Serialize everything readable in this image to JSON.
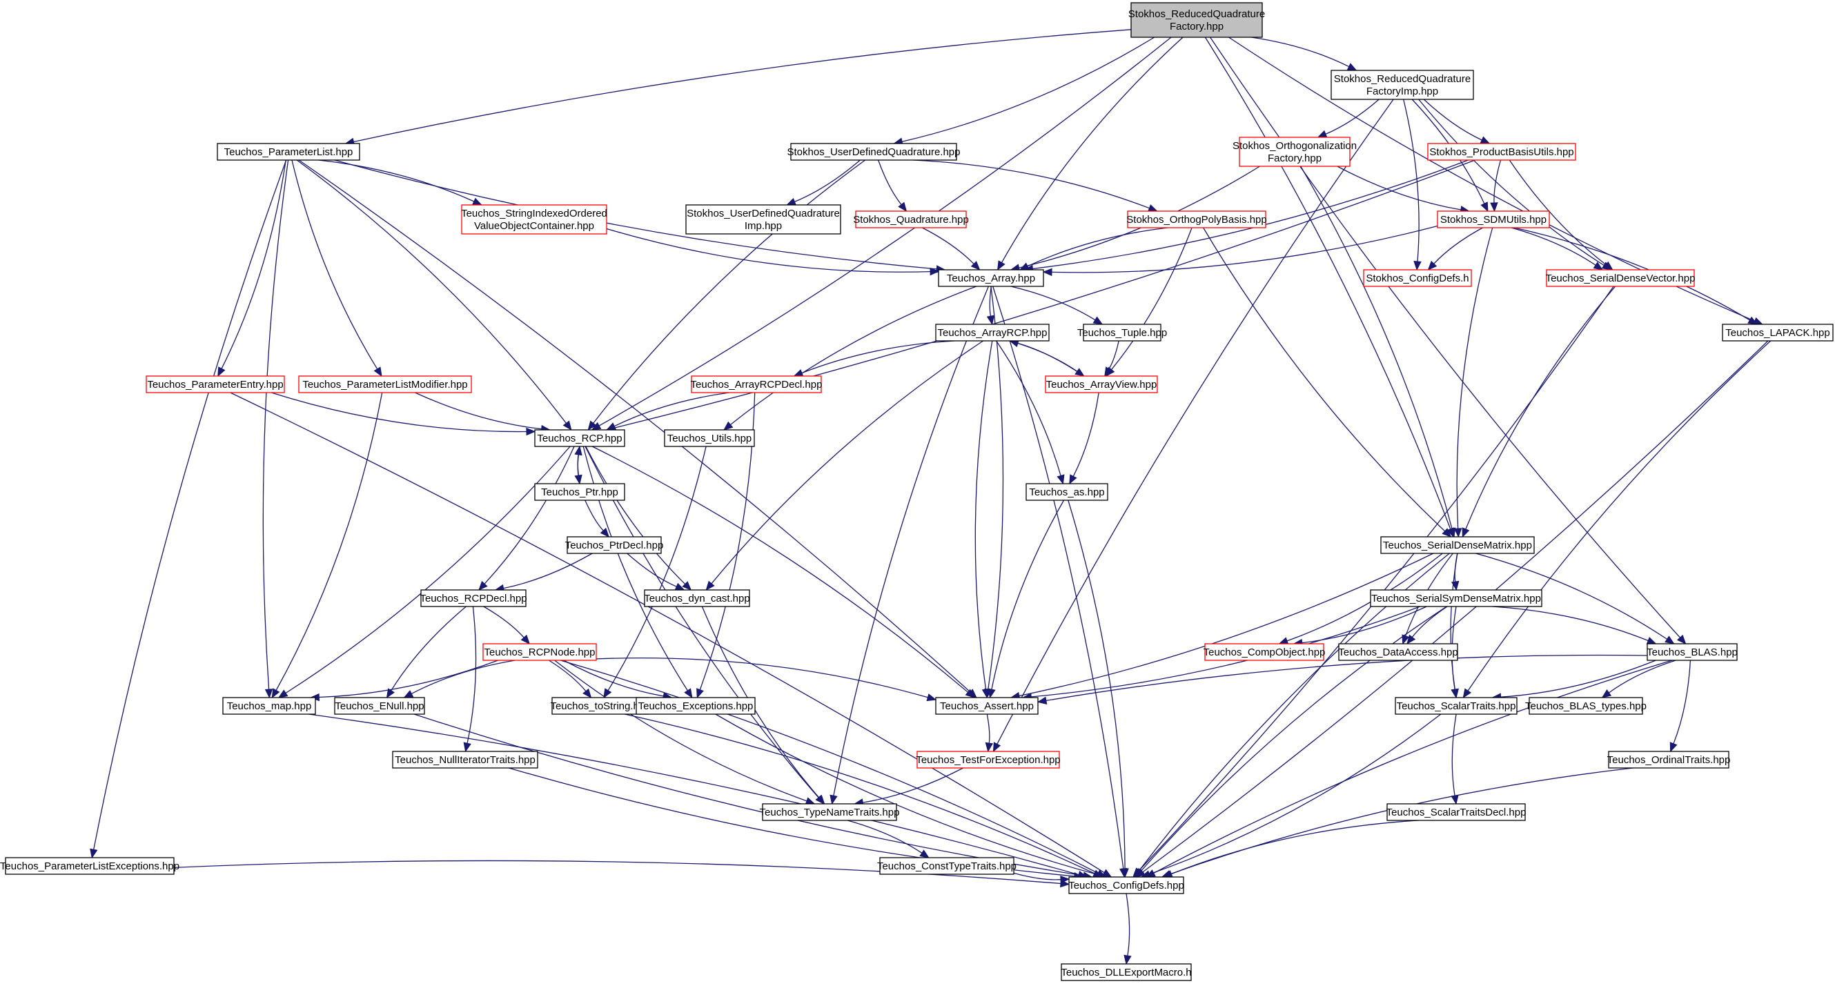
{
  "colors": {
    "edge": "#191970",
    "box_border_normal": "#000000",
    "box_border_truncated": "#ff0000",
    "root_fill": "#bfbfbf",
    "box_fill": "#ffffff"
  },
  "nodes": [
    {
      "id": "root",
      "lines": [
        "Stokhos_ReducedQuadrature",
        "Factory.hpp"
      ],
      "style": "root"
    },
    {
      "id": "rqfimp",
      "lines": [
        "Stokhos_ReducedQuadrature",
        "FactoryImp.hpp"
      ],
      "style": "normal"
    },
    {
      "id": "plist",
      "lines": [
        "Teuchos_ParameterList.hpp"
      ],
      "style": "normal"
    },
    {
      "id": "udq",
      "lines": [
        "Stokhos_UserDefinedQuadrature.hpp"
      ],
      "style": "normal"
    },
    {
      "id": "orthfac",
      "lines": [
        "Stokhos_Orthogonalization",
        "Factory.hpp"
      ],
      "style": "truncated"
    },
    {
      "id": "pbu",
      "lines": [
        "Stokhos_ProductBasisUtils.hpp"
      ],
      "style": "truncated"
    },
    {
      "id": "sioc",
      "lines": [
        "Teuchos_StringIndexedOrdered",
        "ValueObjectContainer.hpp"
      ],
      "style": "truncated"
    },
    {
      "id": "udqimp",
      "lines": [
        "Stokhos_UserDefinedQuadrature",
        "Imp.hpp"
      ],
      "style": "normal"
    },
    {
      "id": "quad",
      "lines": [
        "Stokhos_Quadrature.hpp"
      ],
      "style": "truncated"
    },
    {
      "id": "opb",
      "lines": [
        "Stokhos_OrthogPolyBasis.hpp"
      ],
      "style": "truncated"
    },
    {
      "id": "sdmu",
      "lines": [
        "Stokhos_SDMUtils.hpp"
      ],
      "style": "truncated"
    },
    {
      "id": "array",
      "lines": [
        "Teuchos_Array.hpp"
      ],
      "style": "normal"
    },
    {
      "id": "sconf",
      "lines": [
        "Stokhos_ConfigDefs.h"
      ],
      "style": "truncated"
    },
    {
      "id": "sdv",
      "lines": [
        "Teuchos_SerialDenseVector.hpp"
      ],
      "style": "truncated"
    },
    {
      "id": "arcp",
      "lines": [
        "Teuchos_ArrayRCP.hpp"
      ],
      "style": "normal"
    },
    {
      "id": "tuple",
      "lines": [
        "Teuchos_Tuple.hpp"
      ],
      "style": "normal"
    },
    {
      "id": "lapack",
      "lines": [
        "Teuchos_LAPACK.hpp"
      ],
      "style": "normal"
    },
    {
      "id": "pentry",
      "lines": [
        "Teuchos_ParameterEntry.hpp"
      ],
      "style": "truncated"
    },
    {
      "id": "plmod",
      "lines": [
        "Teuchos_ParameterListModifier.hpp"
      ],
      "style": "truncated"
    },
    {
      "id": "arcpdecl",
      "lines": [
        "Teuchos_ArrayRCPDecl.hpp"
      ],
      "style": "truncated"
    },
    {
      "id": "aview",
      "lines": [
        "Teuchos_ArrayView.hpp"
      ],
      "style": "truncated"
    },
    {
      "id": "rcp",
      "lines": [
        "Teuchos_RCP.hpp"
      ],
      "style": "normal"
    },
    {
      "id": "utils",
      "lines": [
        "Teuchos_Utils.hpp"
      ],
      "style": "normal"
    },
    {
      "id": "ptr",
      "lines": [
        "Teuchos_Ptr.hpp"
      ],
      "style": "normal"
    },
    {
      "id": "as",
      "lines": [
        "Teuchos_as.hpp"
      ],
      "style": "normal"
    },
    {
      "id": "sdm",
      "lines": [
        "Teuchos_SerialDenseMatrix.hpp"
      ],
      "style": "normal"
    },
    {
      "id": "ptrdecl",
      "lines": [
        "Teuchos_PtrDecl.hpp"
      ],
      "style": "normal"
    },
    {
      "id": "rcpdecl",
      "lines": [
        "Teuchos_RCPDecl.hpp"
      ],
      "style": "normal"
    },
    {
      "id": "dyncast",
      "lines": [
        "Teuchos_dyn_cast.hpp"
      ],
      "style": "normal"
    },
    {
      "id": "ssdm",
      "lines": [
        "Teuchos_SerialSymDenseMatrix.hpp"
      ],
      "style": "normal"
    },
    {
      "id": "rcpnode",
      "lines": [
        "Teuchos_RCPNode.hpp"
      ],
      "style": "truncated"
    },
    {
      "id": "compobj",
      "lines": [
        "Teuchos_CompObject.hpp"
      ],
      "style": "truncated"
    },
    {
      "id": "dacc",
      "lines": [
        "Teuchos_DataAccess.hpp"
      ],
      "style": "normal"
    },
    {
      "id": "blas",
      "lines": [
        "Teuchos_BLAS.hpp"
      ],
      "style": "normal"
    },
    {
      "id": "map",
      "lines": [
        "Teuchos_map.hpp"
      ],
      "style": "normal"
    },
    {
      "id": "enull",
      "lines": [
        "Teuchos_ENull.hpp"
      ],
      "style": "normal"
    },
    {
      "id": "tostr",
      "lines": [
        "Teuchos_toString.hpp"
      ],
      "style": "normal"
    },
    {
      "id": "exc",
      "lines": [
        "Teuchos_Exceptions.hpp"
      ],
      "style": "normal"
    },
    {
      "id": "assert",
      "lines": [
        "Teuchos_Assert.hpp"
      ],
      "style": "normal"
    },
    {
      "id": "st",
      "lines": [
        "Teuchos_ScalarTraits.hpp"
      ],
      "style": "normal"
    },
    {
      "id": "blastypes",
      "lines": [
        "Teuchos_BLAS_types.hpp"
      ],
      "style": "normal"
    },
    {
      "id": "nit",
      "lines": [
        "Teuchos_NullIteratorTraits.hpp"
      ],
      "style": "normal"
    },
    {
      "id": "tfe",
      "lines": [
        "Teuchos_TestForException.hpp"
      ],
      "style": "truncated"
    },
    {
      "id": "ordt",
      "lines": [
        "Teuchos_OrdinalTraits.hpp"
      ],
      "style": "normal"
    },
    {
      "id": "tnt",
      "lines": [
        "Teuchos_TypeNameTraits.hpp"
      ],
      "style": "normal"
    },
    {
      "id": "stdecl",
      "lines": [
        "Teuchos_ScalarTraitsDecl.hpp"
      ],
      "style": "normal"
    },
    {
      "id": "plexc",
      "lines": [
        "Teuchos_ParameterListExceptions.hpp"
      ],
      "style": "normal"
    },
    {
      "id": "ctt",
      "lines": [
        "Teuchos_ConstTypeTraits.hpp"
      ],
      "style": "normal"
    },
    {
      "id": "tconf",
      "lines": [
        "Teuchos_ConfigDefs.hpp"
      ],
      "style": "normal"
    },
    {
      "id": "dll",
      "lines": [
        "Teuchos_DLLExportMacro.h"
      ],
      "style": "normal"
    }
  ],
  "edges": [
    [
      "root",
      "rqfimp"
    ],
    [
      "root",
      "plist"
    ],
    [
      "root",
      "udq"
    ],
    [
      "root",
      "array"
    ],
    [
      "root",
      "rcp"
    ],
    [
      "root",
      "lapack"
    ],
    [
      "root",
      "sdm"
    ],
    [
      "root",
      "blas"
    ],
    [
      "rqfimp",
      "orthfac"
    ],
    [
      "rqfimp",
      "pbu"
    ],
    [
      "rqfimp",
      "sdmu"
    ],
    [
      "rqfimp",
      "sdv"
    ],
    [
      "rqfimp",
      "sconf"
    ],
    [
      "rqfimp",
      "tfe"
    ],
    [
      "plist",
      "sioc"
    ],
    [
      "plist",
      "array"
    ],
    [
      "plist",
      "pentry"
    ],
    [
      "plist",
      "plmod"
    ],
    [
      "plist",
      "rcp"
    ],
    [
      "plist",
      "map"
    ],
    [
      "plist",
      "assert"
    ],
    [
      "plist",
      "plexc"
    ],
    [
      "udq",
      "udqimp"
    ],
    [
      "udq",
      "quad"
    ],
    [
      "udq",
      "opb"
    ],
    [
      "udq",
      "rcp"
    ],
    [
      "orthfac",
      "array"
    ],
    [
      "orthfac",
      "sdmu"
    ],
    [
      "orthfac",
      "sdm"
    ],
    [
      "pbu",
      "sdmu"
    ],
    [
      "pbu",
      "array"
    ],
    [
      "pbu",
      "sdv"
    ],
    [
      "pbu",
      "rcp"
    ],
    [
      "sioc",
      "array"
    ],
    [
      "quad",
      "array"
    ],
    [
      "opb",
      "array"
    ],
    [
      "opb",
      "aview"
    ],
    [
      "opb",
      "sdm"
    ],
    [
      "sdmu",
      "array"
    ],
    [
      "sdmu",
      "sconf"
    ],
    [
      "sdmu",
      "sdv"
    ],
    [
      "sdmu",
      "sdm"
    ],
    [
      "sdmu",
      "lapack"
    ],
    [
      "array",
      "arcp"
    ],
    [
      "array",
      "tuple"
    ],
    [
      "array",
      "utils"
    ],
    [
      "array",
      "assert"
    ],
    [
      "array",
      "tnt"
    ],
    [
      "array",
      "tconf"
    ],
    [
      "sdv",
      "sdm"
    ],
    [
      "sdv",
      "tconf"
    ],
    [
      "arcp",
      "arcpdecl"
    ],
    [
      "arcp",
      "aview"
    ],
    [
      "arcp",
      "dyncast"
    ],
    [
      "arcp",
      "as"
    ],
    [
      "arcp",
      "assert"
    ],
    [
      "tuple",
      "aview"
    ],
    [
      "aview",
      "arcp"
    ],
    [
      "aview",
      "as"
    ],
    [
      "lapack",
      "st"
    ],
    [
      "lapack",
      "tconf"
    ],
    [
      "pentry",
      "rcp"
    ],
    [
      "pentry",
      "tconf"
    ],
    [
      "plmod",
      "rcp"
    ],
    [
      "plmod",
      "map"
    ],
    [
      "arcpdecl",
      "rcp"
    ],
    [
      "arcpdecl",
      "exc"
    ],
    [
      "rcp",
      "ptr"
    ],
    [
      "rcp",
      "rcpdecl"
    ],
    [
      "rcp",
      "dyncast"
    ],
    [
      "rcp",
      "map"
    ],
    [
      "rcp",
      "exc"
    ],
    [
      "rcp",
      "assert"
    ],
    [
      "rcp",
      "tnt"
    ],
    [
      "ptr",
      "rcp"
    ],
    [
      "ptr",
      "ptrdecl"
    ],
    [
      "utils",
      "tostr"
    ],
    [
      "as",
      "assert"
    ],
    [
      "as",
      "tconf"
    ],
    [
      "sdm",
      "ssdm"
    ],
    [
      "sdm",
      "compobj"
    ],
    [
      "sdm",
      "dacc"
    ],
    [
      "sdm",
      "blas"
    ],
    [
      "sdm",
      "st"
    ],
    [
      "sdm",
      "assert"
    ],
    [
      "sdm",
      "tconf"
    ],
    [
      "ptrdecl",
      "rcpdecl"
    ],
    [
      "ptrdecl",
      "dyncast"
    ],
    [
      "rcpdecl",
      "rcpnode"
    ],
    [
      "rcpdecl",
      "enull"
    ],
    [
      "rcpdecl",
      "nit"
    ],
    [
      "dyncast",
      "tnt"
    ],
    [
      "ssdm",
      "compobj"
    ],
    [
      "ssdm",
      "dacc"
    ],
    [
      "ssdm",
      "blas"
    ],
    [
      "ssdm",
      "st"
    ],
    [
      "ssdm",
      "assert"
    ],
    [
      "ssdm",
      "tconf"
    ],
    [
      "rcpnode",
      "map"
    ],
    [
      "rcpnode",
      "enull"
    ],
    [
      "rcpnode",
      "tostr"
    ],
    [
      "rcpnode",
      "exc"
    ],
    [
      "rcpnode",
      "assert"
    ],
    [
      "rcpnode",
      "tnt"
    ],
    [
      "rcpnode",
      "tconf"
    ],
    [
      "blas",
      "assert"
    ],
    [
      "blas",
      "st"
    ],
    [
      "blas",
      "blastypes"
    ],
    [
      "blas",
      "ordt"
    ],
    [
      "blas",
      "tconf"
    ],
    [
      "map",
      "tconf"
    ],
    [
      "enull",
      "tconf"
    ],
    [
      "tostr",
      "tconf"
    ],
    [
      "exc",
      "tconf"
    ],
    [
      "assert",
      "tfe"
    ],
    [
      "st",
      "stdecl"
    ],
    [
      "st",
      "tconf"
    ],
    [
      "nit",
      "tconf"
    ],
    [
      "tfe",
      "tnt"
    ],
    [
      "ordt",
      "tconf"
    ],
    [
      "tnt",
      "ctt"
    ],
    [
      "stdecl",
      "tconf"
    ],
    [
      "plexc",
      "tconf"
    ],
    [
      "ctt",
      "tconf"
    ],
    [
      "tconf",
      "dll"
    ]
  ]
}
